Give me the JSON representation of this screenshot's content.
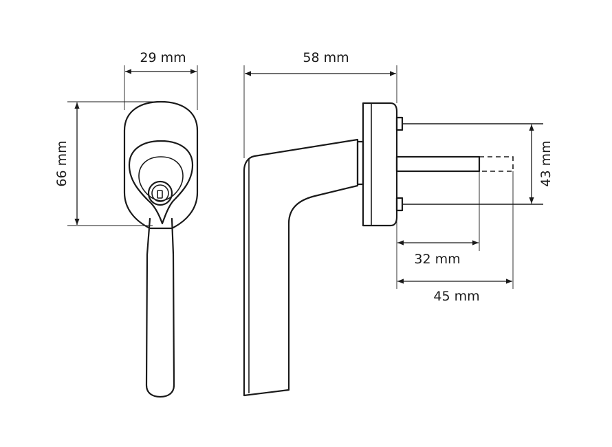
{
  "dimensions": {
    "front_width": "29 mm",
    "front_height": "66 mm",
    "side_depth": "58 mm",
    "screw_spacing": "43 mm",
    "spindle_short": "32 mm",
    "spindle_long": "45 mm"
  }
}
